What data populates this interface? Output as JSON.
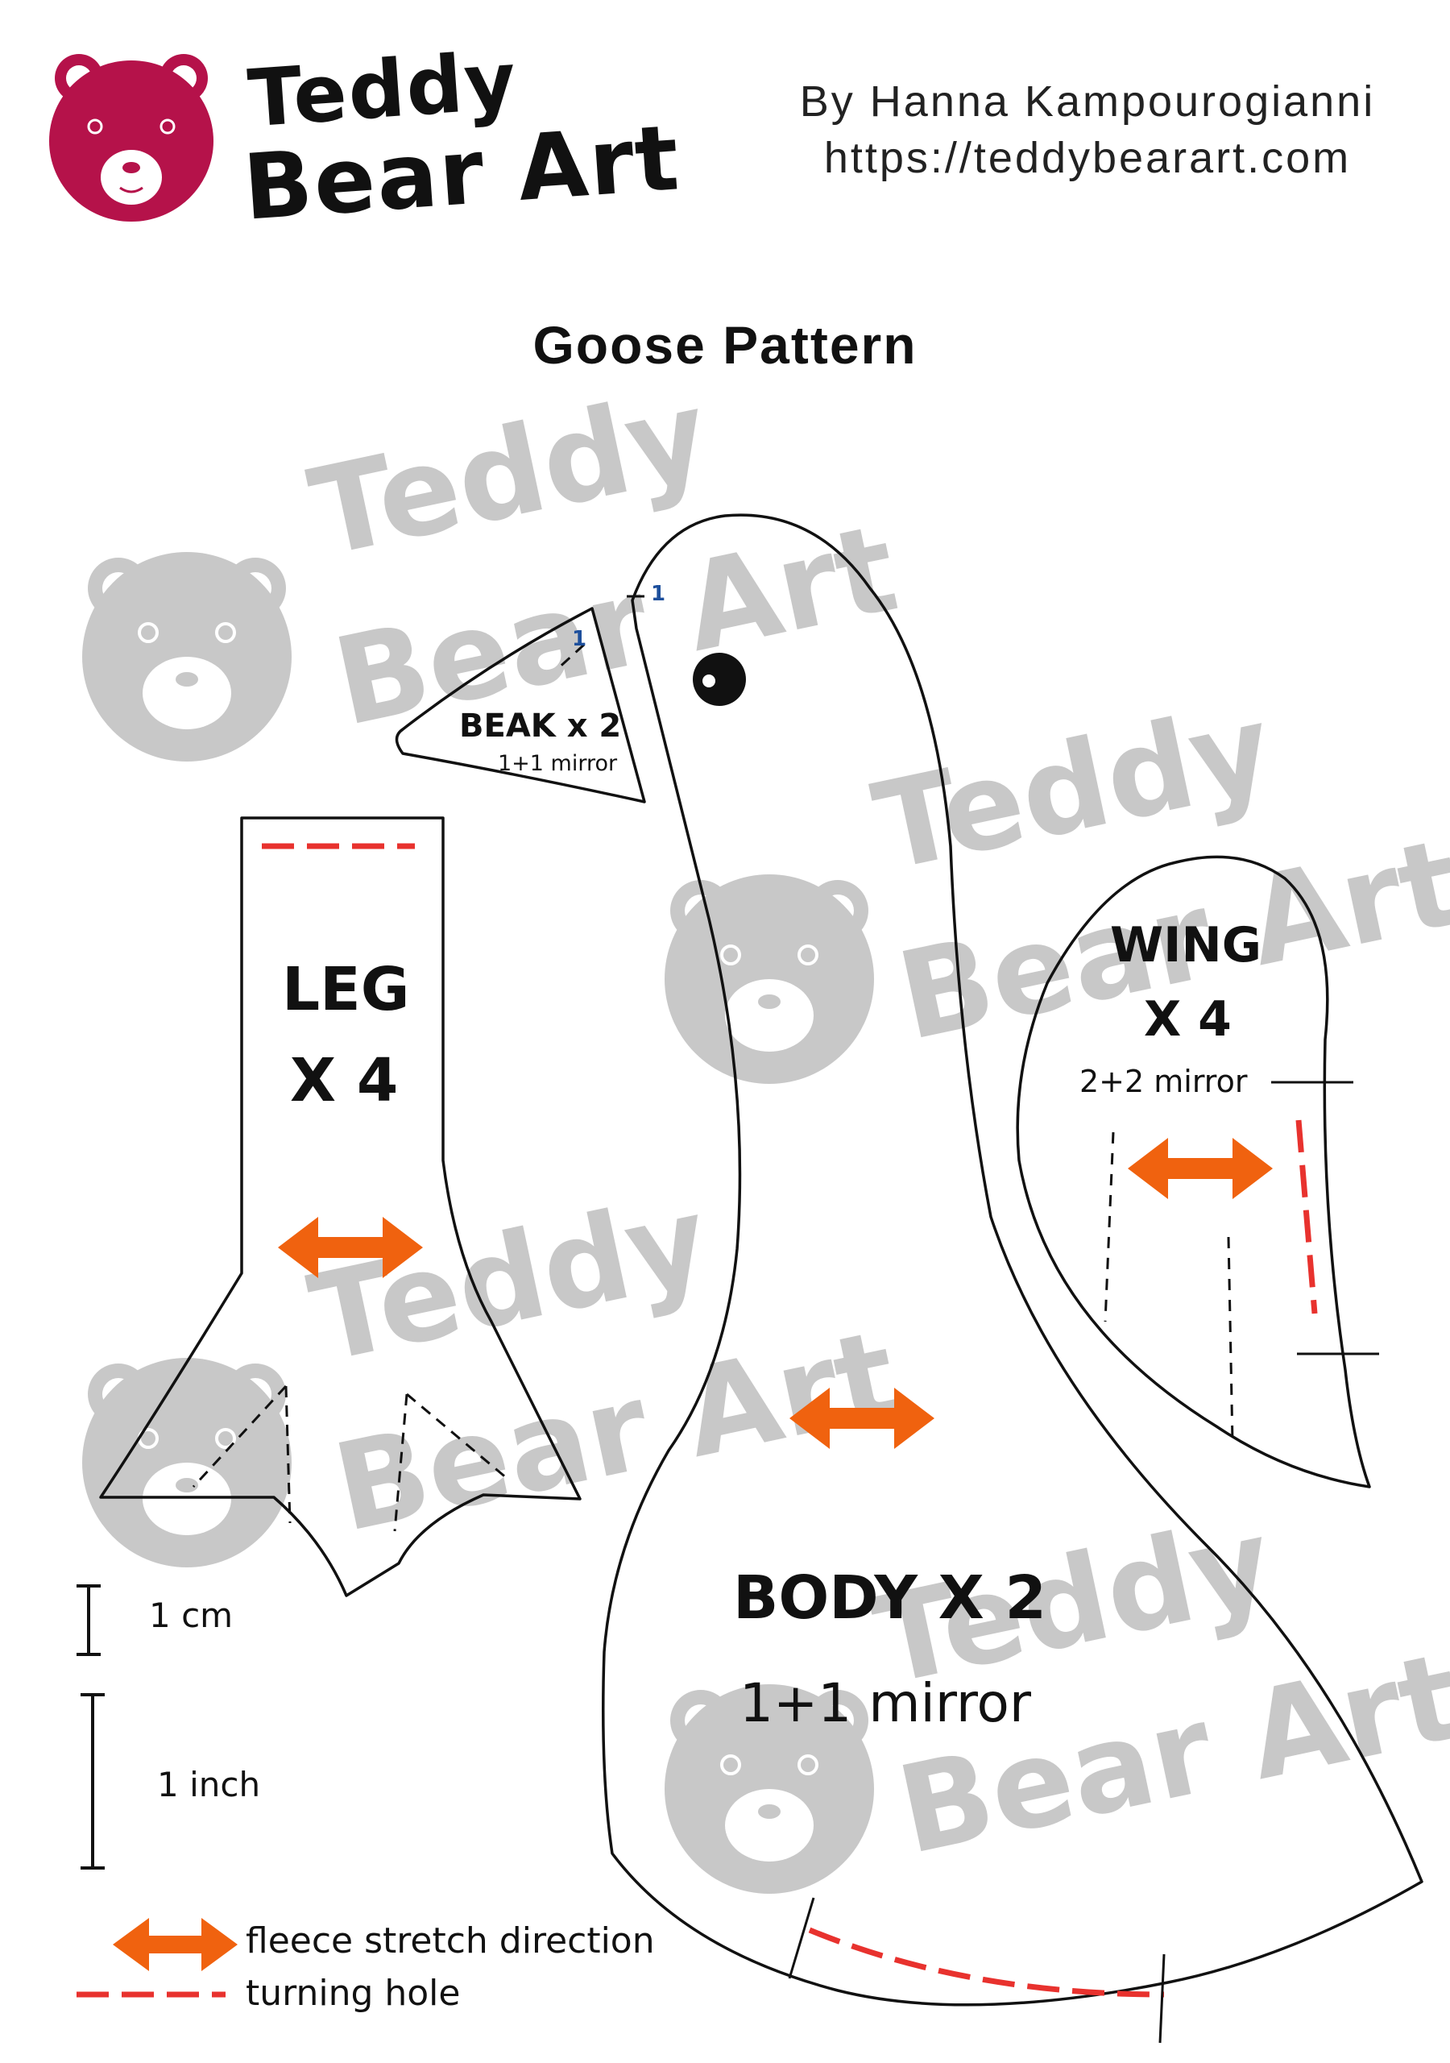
{
  "header": {
    "logo_line1": "Teddy",
    "logo_line2": "Bear Art",
    "author": "By Hanna Kampourogianni",
    "website": "https://teddybearart.com"
  },
  "title": "Goose Pattern",
  "pieces": {
    "beak": {
      "name": "BEAK",
      "count": "x 2",
      "note": "1+1 mirror",
      "marker": "1"
    },
    "body": {
      "marker": "1",
      "name": "BODY X 2",
      "note": "1+1 mirror"
    },
    "leg": {
      "name": "LEG",
      "count": "X 4"
    },
    "wing": {
      "name": "WING",
      "count": "X 4",
      "note": "2+2 mirror"
    }
  },
  "scale": {
    "cm": "1 cm",
    "inch": "1 inch"
  },
  "legend": {
    "stretch": "fleece stretch direction",
    "hole": "turning hole"
  },
  "watermark": {
    "line1": "Teddy",
    "line2": "Bear Art"
  },
  "colors": {
    "brand": "#b5124a",
    "arrow": "#f0620f",
    "turning_hole": "#e8322e",
    "marker": "#1d4f9c",
    "watermark": "#c8c8c8"
  }
}
